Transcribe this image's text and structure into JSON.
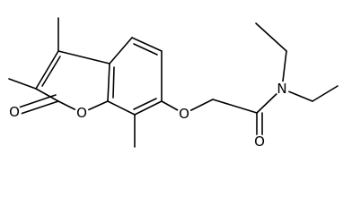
{
  "molecule": {
    "atoms": [
      {
        "id": "O_carbonyl_lactone",
        "label": "O"
      },
      {
        "id": "O_ring",
        "label": "O"
      },
      {
        "id": "O_ether",
        "label": "O"
      },
      {
        "id": "O_amide",
        "label": "O"
      },
      {
        "id": "N_amide",
        "label": "N"
      }
    ]
  }
}
